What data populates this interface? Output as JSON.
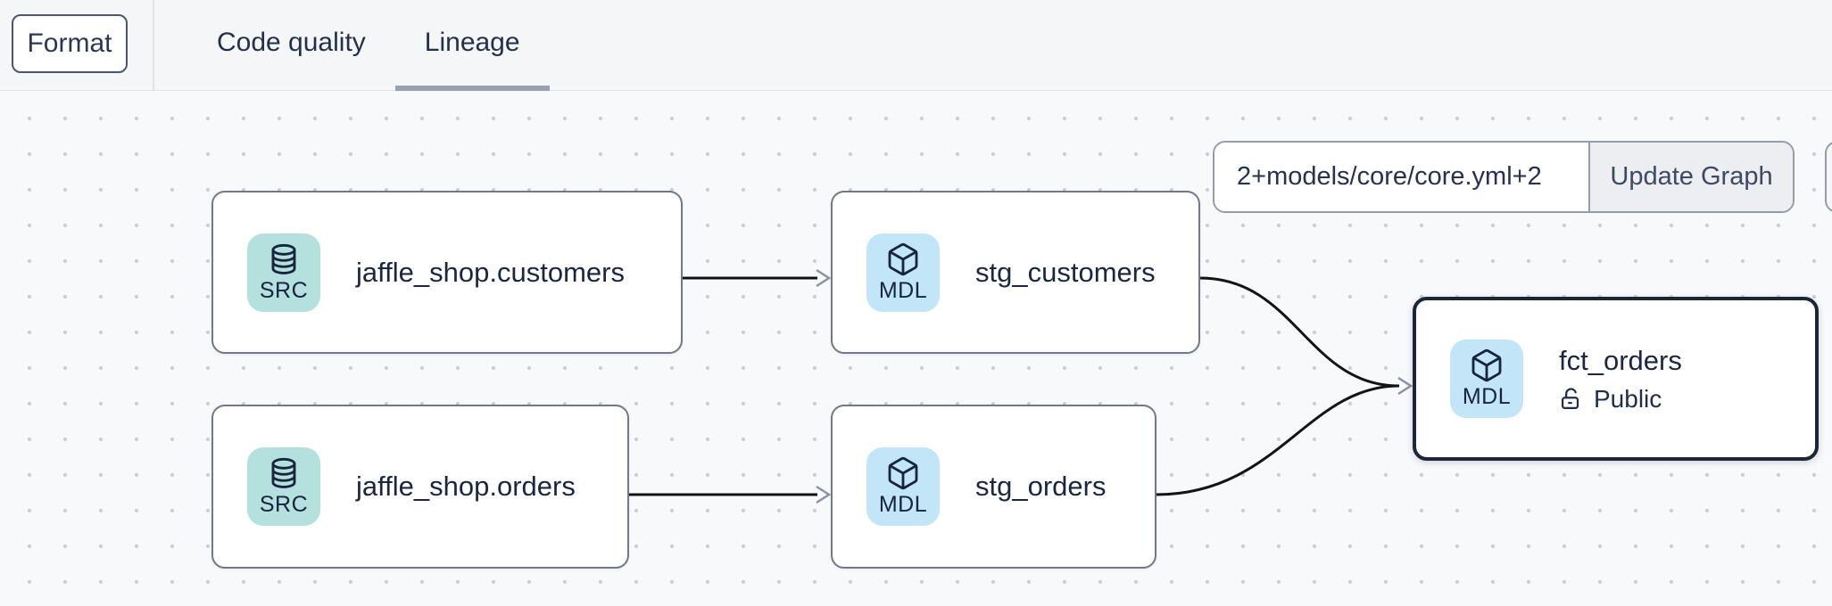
{
  "toolbar": {
    "format_label": "Format"
  },
  "tabs": [
    {
      "label": "Code quality",
      "active": false
    },
    {
      "label": "Lineage",
      "active": true
    }
  ],
  "graph_controls": {
    "selector_value": "2+models/core/core.yml+2",
    "update_button_label": "Update Graph"
  },
  "nodes": [
    {
      "label": "jaffle_shop.customers",
      "badge": "SRC",
      "kind": "source",
      "icon": "database-icon"
    },
    {
      "label": "stg_customers",
      "badge": "MDL",
      "kind": "model",
      "icon": "cube-icon"
    },
    {
      "label": "jaffle_shop.orders",
      "badge": "SRC",
      "kind": "source",
      "icon": "database-icon"
    },
    {
      "label": "stg_orders",
      "badge": "MDL",
      "kind": "model",
      "icon": "cube-icon"
    },
    {
      "label": "fct_orders",
      "badge": "MDL",
      "kind": "model",
      "icon": "cube-icon",
      "access": "Public",
      "selected": true
    }
  ],
  "edges": [
    {
      "from": "jaffle_shop.customers",
      "to": "stg_customers"
    },
    {
      "from": "jaffle_shop.orders",
      "to": "stg_orders"
    },
    {
      "from": "stg_customers",
      "to": "fct_orders"
    },
    {
      "from": "stg_orders",
      "to": "fct_orders"
    }
  ],
  "colors": {
    "source_badge": "#b4e0dd",
    "model_badge": "#c3e5f8",
    "node_border": "#6f7987",
    "selected_node_border": "#1b2637",
    "tab_underline": "#99a1b0",
    "edge_line": "#141414",
    "arrowhead": "#8a93a3",
    "canvas_background": "#f8f9fb",
    "topbar_background": "#f5f6f8"
  }
}
